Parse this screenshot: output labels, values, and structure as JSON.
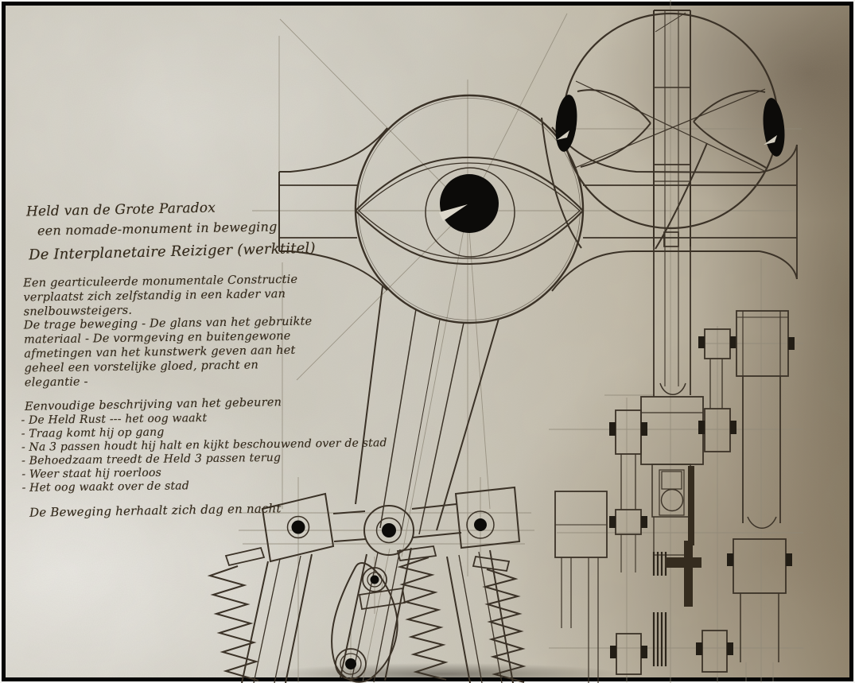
{
  "artwork": {
    "kind": "hand-drawn technical design sketch on aged paper",
    "views": [
      "cyclops-figure-front-elevation",
      "sphere-head-detail-view",
      "leg-mechanism-side-elevation"
    ]
  },
  "colors": {
    "paper_light": "#d6d3c9",
    "paper_dark": "#9b907c",
    "ink": "#3b3227",
    "pencil": "#8f8878",
    "frame": "#050505",
    "pupil": "#0c0b09"
  },
  "annotations": {
    "title_line1": "Held van de Grote Paradox",
    "title_line2": "een nomade-monument in beweging",
    "subtitle": "De Interplanetaire Reiziger (werktitel)",
    "paragraph": [
      "Een gearticuleerde monumentale Constructie",
      "verplaatst zich zelfstandig in een kader van",
      "snelbouwsteigers.",
      "De trage beweging - De glans van het gebruikte",
      "materiaal - De vormgeving en buitengewone",
      "afmetingen van het kunstwerk geven aan het",
      "geheel een vorstelijke gloed, pracht en",
      "elegantie -"
    ],
    "events_heading": "Eenvoudige beschrijving van het gebeuren",
    "events": [
      "- De Held Rust --- het oog waakt",
      "- Traag komt hij op gang",
      "- Na 3 passen houdt hij halt en kijkt beschouwend over de stad",
      "- Behoedzaam treedt de Held 3 passen terug",
      "- Weer staat hij roerloos",
      "- Het oog waakt over de stad"
    ],
    "closing": "De Beweging herhaalt zich dag en nacht"
  }
}
